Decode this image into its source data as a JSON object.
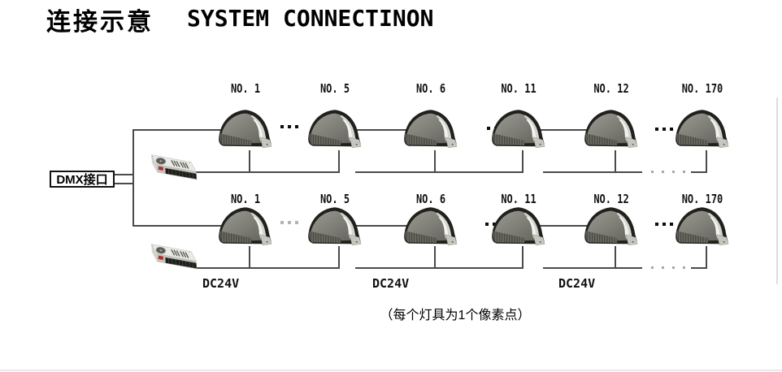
{
  "header": {
    "title_zh": "连接示意",
    "title_en": "SYSTEM CONNECTINON"
  },
  "dmx": {
    "label": "DMX接口"
  },
  "rows": {
    "top": {
      "fixture_labels": [
        "NO. 1",
        "NO. 5",
        "NO. 6",
        "NO. 11",
        "NO. 12",
        "NO. 170"
      ]
    },
    "bottom": {
      "fixture_labels": [
        "NO. 1",
        "NO. 5",
        "NO. 6",
        "NO. 11",
        "NO. 12",
        "NO. 170"
      ],
      "psu_output_labels": [
        "DC24V",
        "DC24V",
        "DC24V"
      ]
    }
  },
  "footnote": "（每个灯具为1个像素点）",
  "colors": {
    "background": "#ffffff",
    "wire": "#4a4a4a",
    "lamp_body": "#7d7d75",
    "lamp_rim": "#20201d",
    "psu_case": "#e9e9e5",
    "psu_label_red": "#b03030"
  }
}
